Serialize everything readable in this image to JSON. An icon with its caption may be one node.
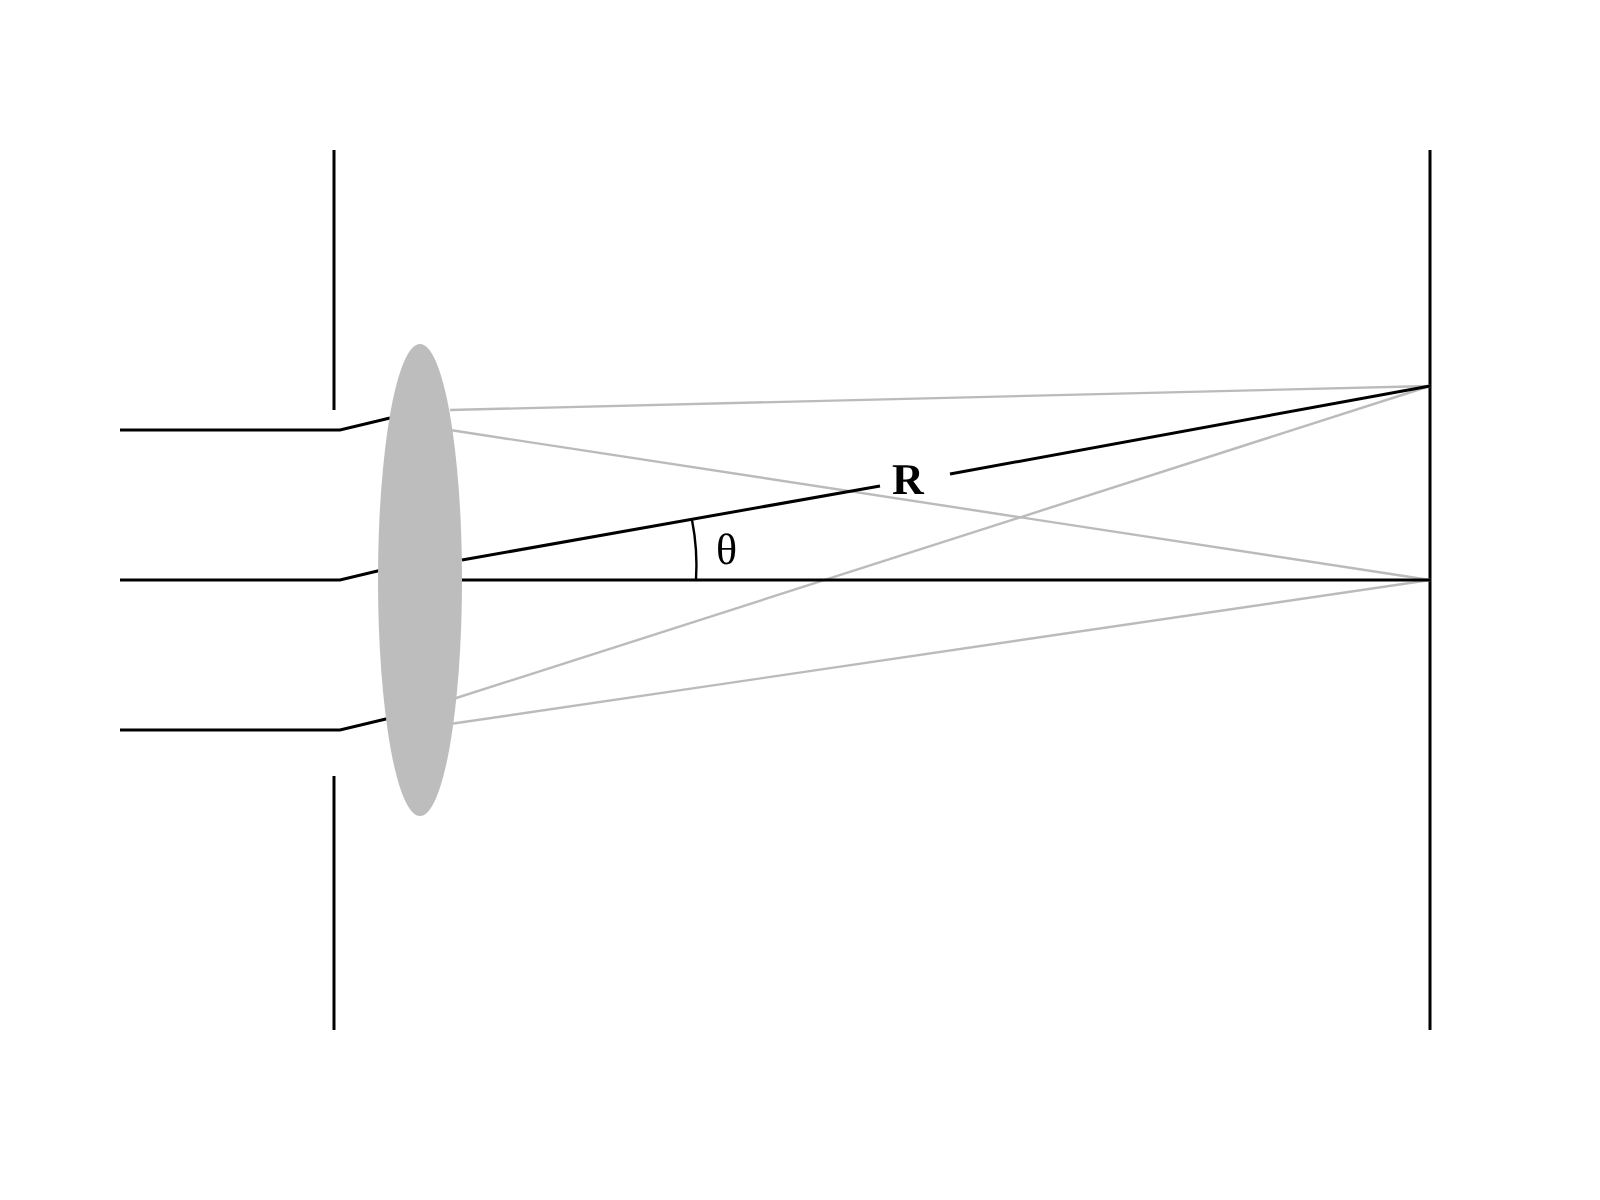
{
  "diagram": {
    "nodes": [
      {
        "text": [],
        "shape": "ellipse"
      }
    ],
    "labels": [
      "R",
      "θ"
    ]
  }
}
